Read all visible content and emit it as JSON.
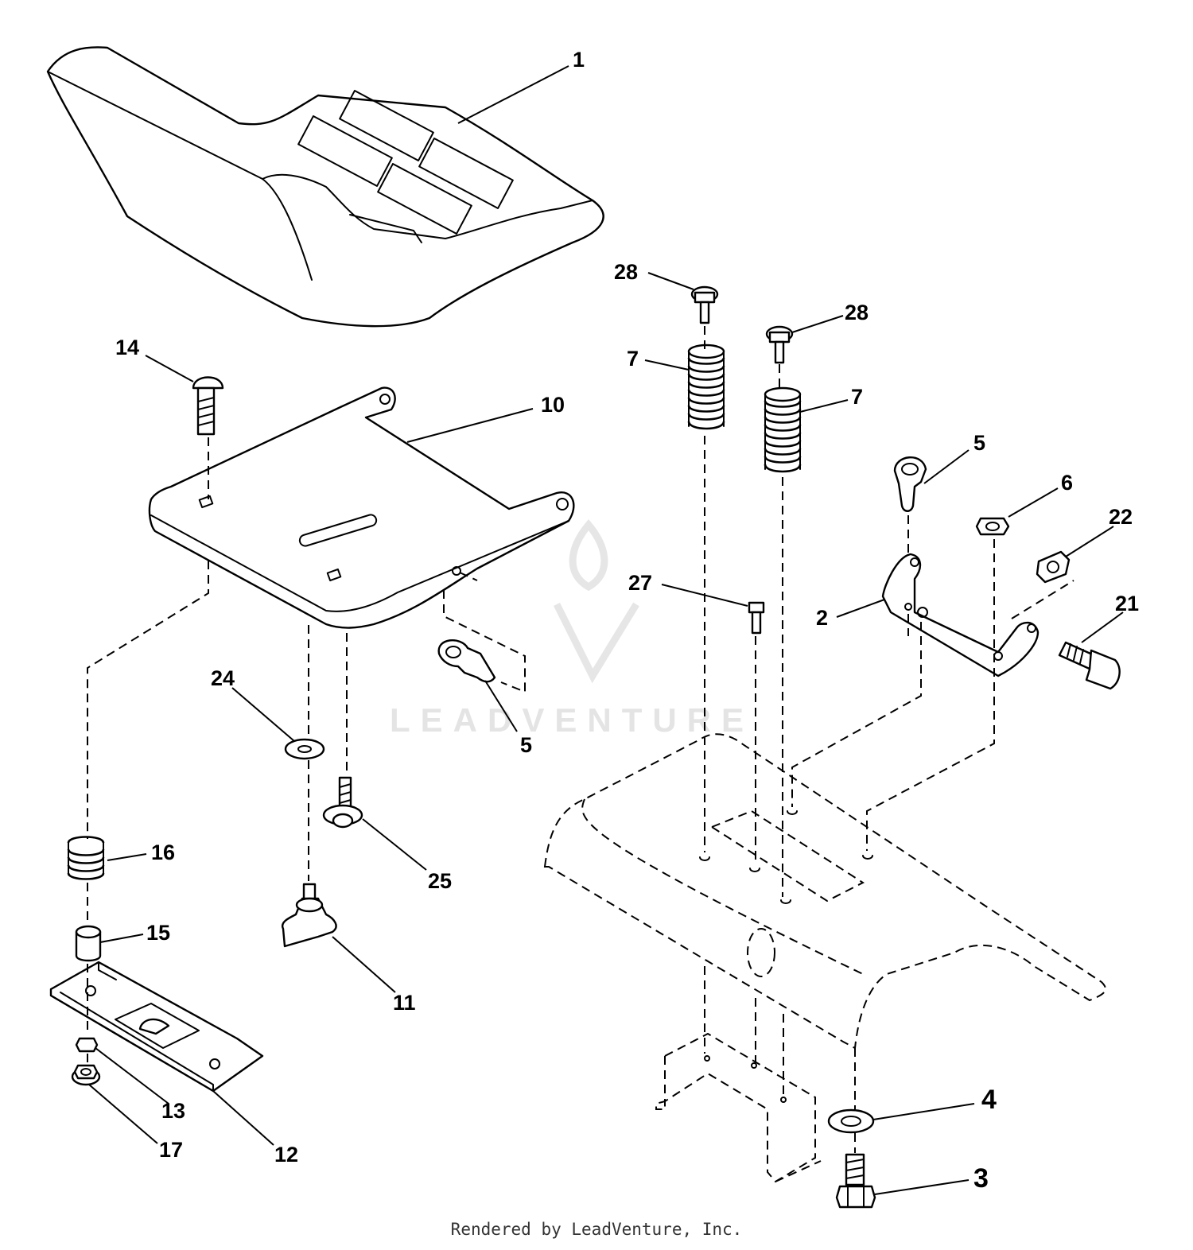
{
  "diagram": {
    "callouts": [
      "1",
      "2",
      "3",
      "4",
      "5",
      "5",
      "6",
      "7",
      "7",
      "10",
      "11",
      "12",
      "13",
      "14",
      "15",
      "16",
      "17",
      "21",
      "22",
      "24",
      "25",
      "27",
      "28",
      "28"
    ],
    "watermark_text": "LEADVENTURE",
    "footer_text": "Rendered by LeadVenture, Inc."
  }
}
